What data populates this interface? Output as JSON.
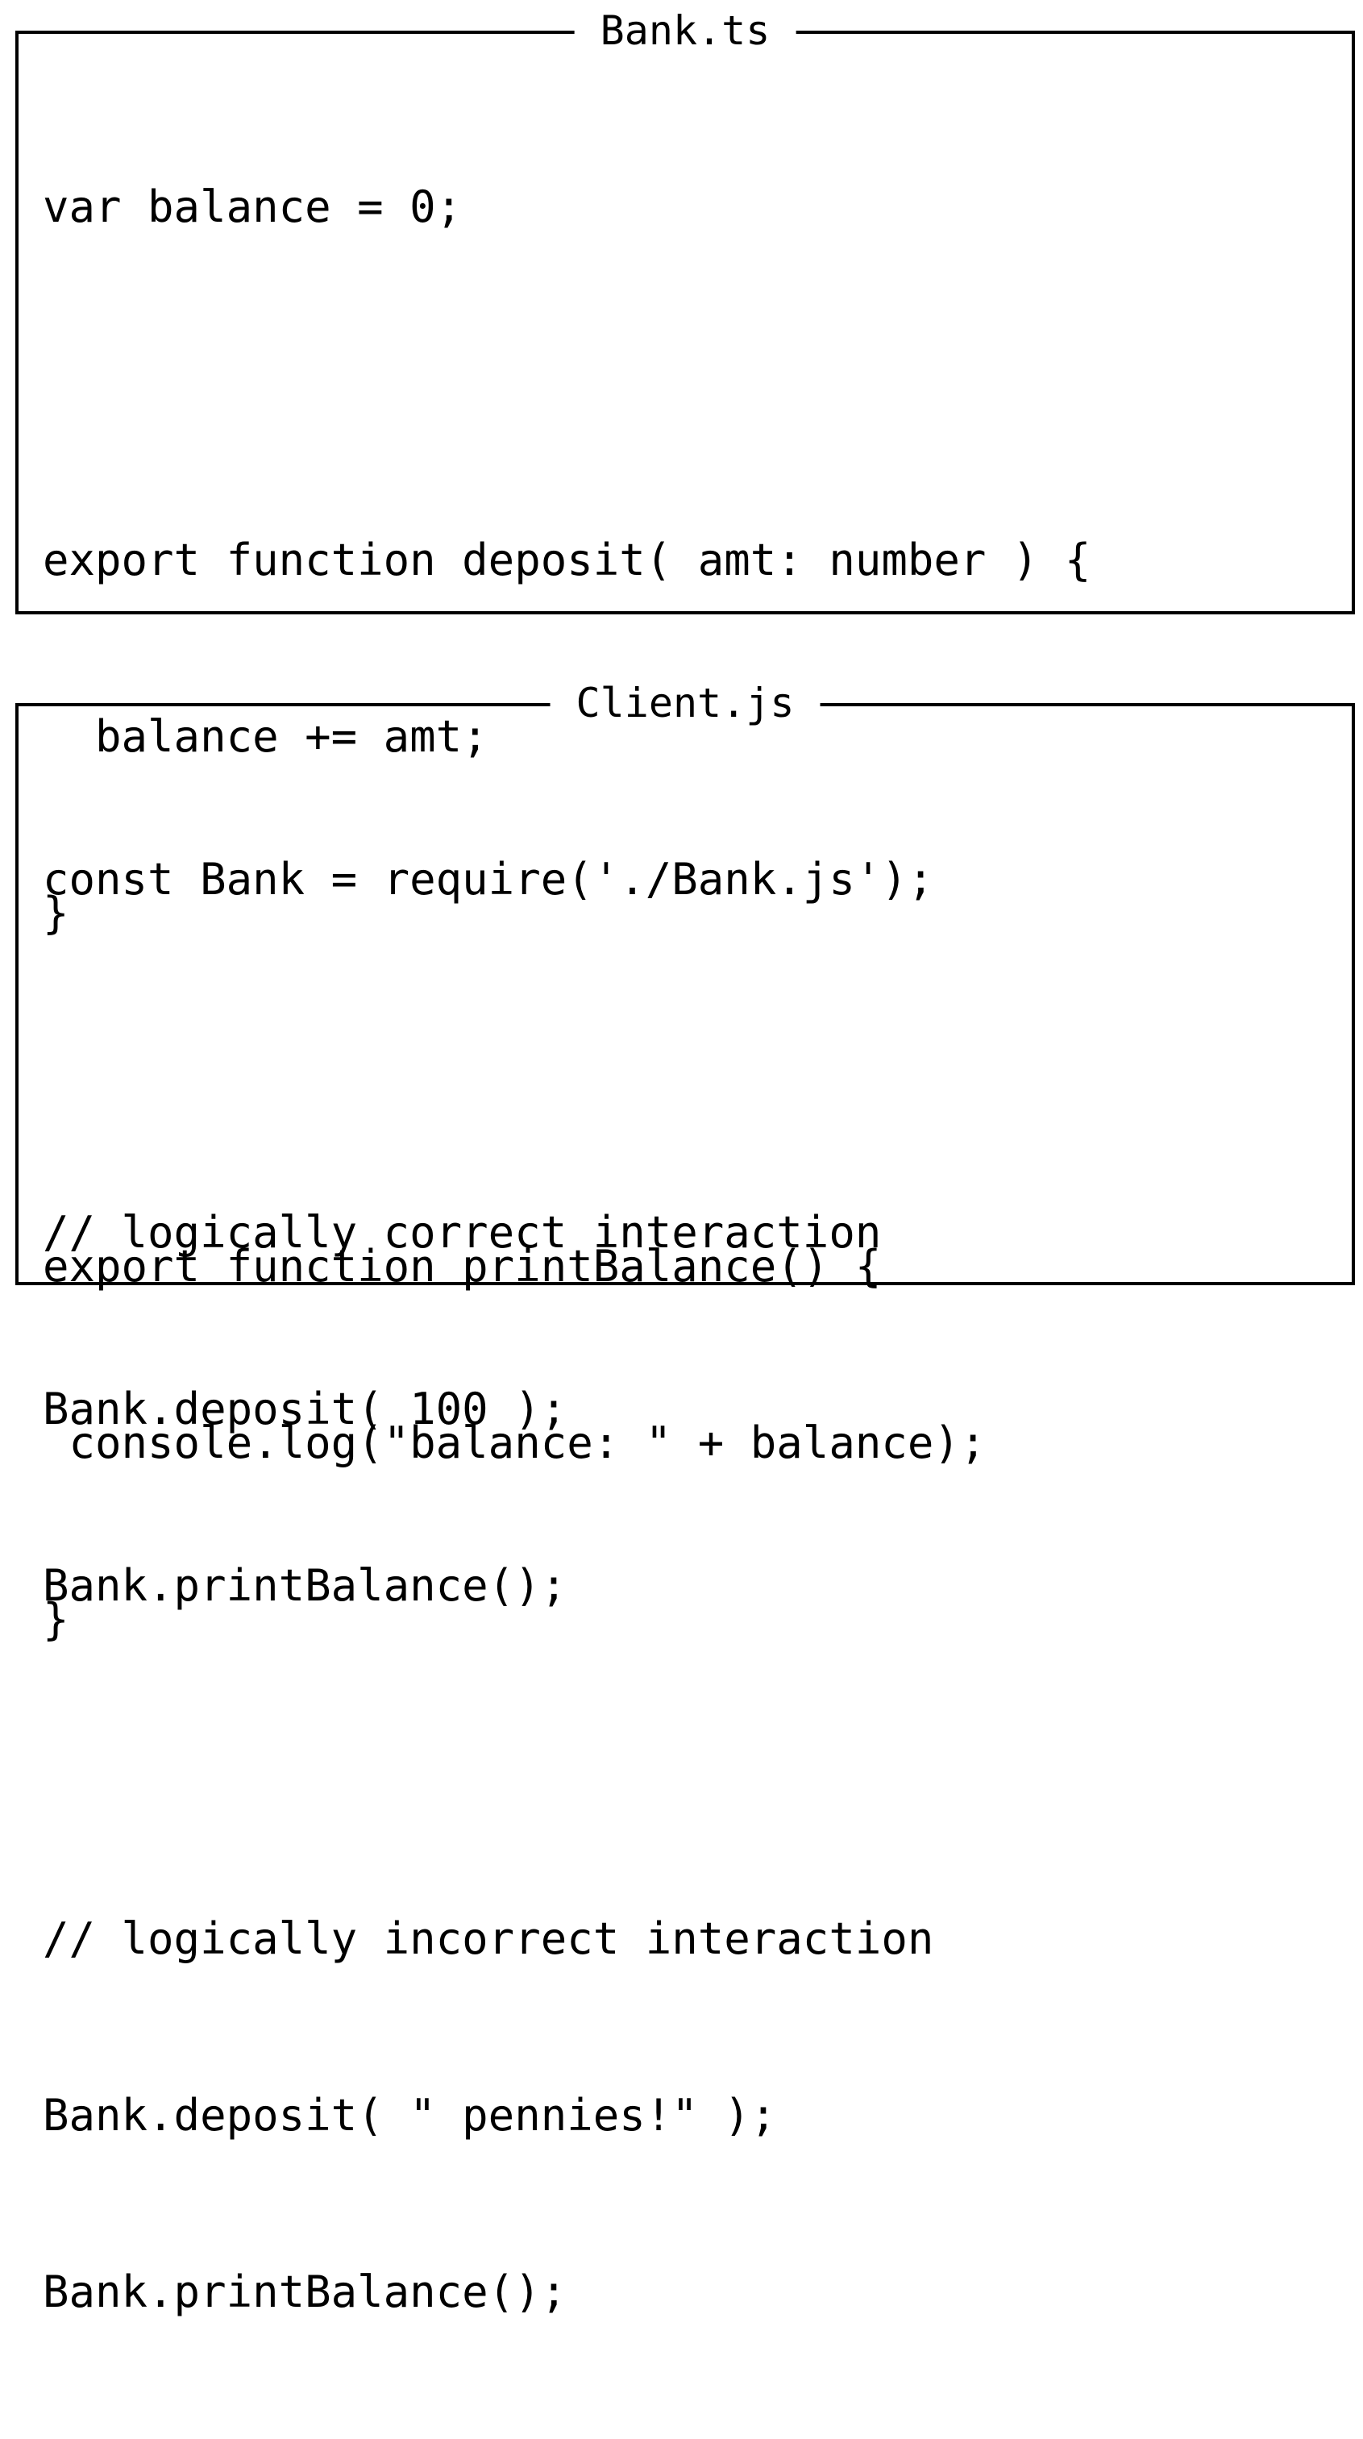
{
  "panels": [
    {
      "title": "Bank.ts",
      "lines": [
        "var balance = 0;",
        "",
        "export function deposit( amt: number ) {",
        "  balance += amt;",
        "}",
        "",
        "export function printBalance() {",
        " console.log(\"balance: \" + balance);",
        "}"
      ]
    },
    {
      "title": "Client.js",
      "lines": [
        "const Bank = require('./Bank.js');",
        "",
        "// logically correct interaction",
        "Bank.deposit( 100 );",
        "Bank.printBalance();",
        "",
        "// logically incorrect interaction",
        "Bank.deposit( \" pennies!\" );",
        "Bank.printBalance();"
      ]
    }
  ]
}
